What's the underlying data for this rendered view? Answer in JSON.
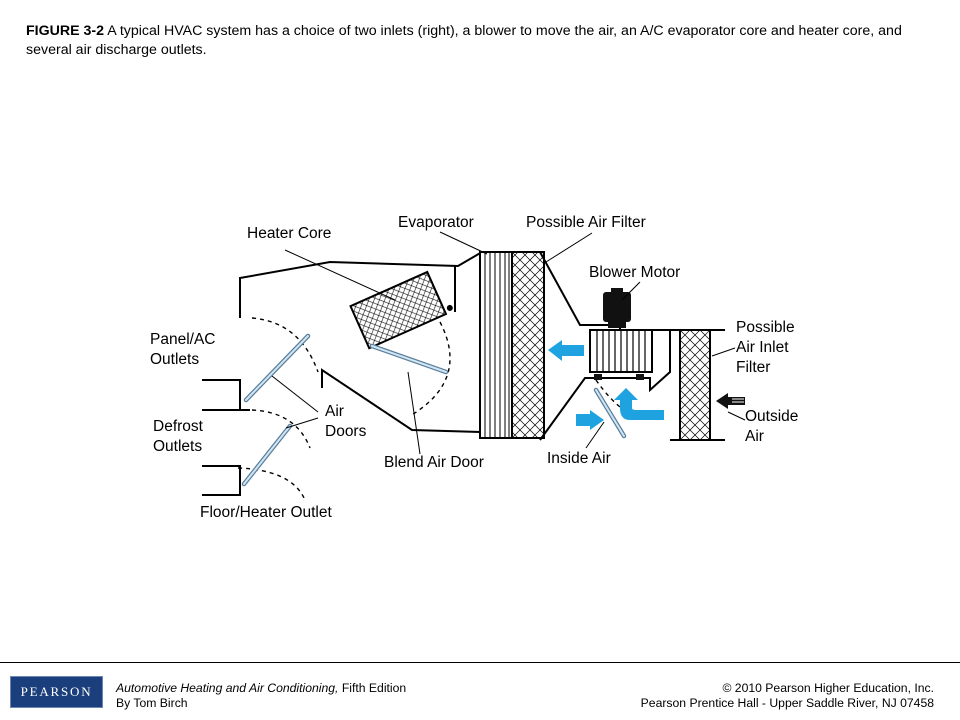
{
  "caption": {
    "figure_label": "FIGURE 3-2",
    "text": " A typical HVAC system has a choice of two inlets (right), a blower to move the air, an A/C evaporator core and heater core, and several air discharge outlets."
  },
  "diagram": {
    "labels": {
      "heater_core": "Heater Core",
      "evaporator": "Evaporator",
      "possible_air_filter": "Possible Air Filter",
      "blower_motor": "Blower Motor",
      "panel_ac_outlets_1": "Panel/AC",
      "panel_ac_outlets_2": "Outlets",
      "defrost_outlets_1": "Defrost",
      "defrost_outlets_2": "Outlets",
      "air_doors_1": "Air",
      "air_doors_2": "Doors",
      "blend_air_door": "Blend Air Door",
      "inside_air": "Inside Air",
      "floor_heater_outlet": "Floor/Heater Outlet",
      "possible_air_inlet_filter_1": "Possible",
      "possible_air_inlet_filter_2": "Air Inlet",
      "possible_air_inlet_filter_3": "Filter",
      "outside_air_1": "Outside",
      "outside_air_2": "Air"
    },
    "colors": {
      "airflow_arrow": "#1fa3e0",
      "door": "#9fc9e4",
      "outline": "#000000"
    }
  },
  "footer": {
    "logo_text": "PEARSON",
    "book_title": "Automotive Heating and Air Conditioning,",
    "edition": " Fifth Edition",
    "author": "By Tom Birch",
    "copyright": "© 2010 Pearson Higher Education, Inc.",
    "publisher": "Pearson Prentice Hall - Upper Saddle River, NJ 07458"
  }
}
